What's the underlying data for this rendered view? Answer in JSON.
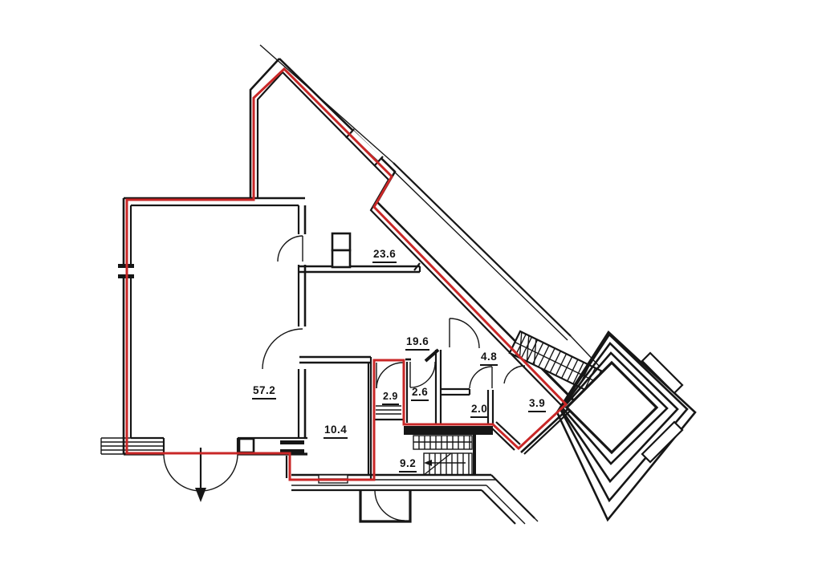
{
  "colors": {
    "boundary_red": "#c92727",
    "wall_black": "#161616",
    "background": "#ffffff"
  },
  "rooms": [
    {
      "area": "23.6"
    },
    {
      "area": "19.6"
    },
    {
      "area": "4.8"
    },
    {
      "area": "57.2"
    },
    {
      "area": "2.9"
    },
    {
      "area": "2.6"
    },
    {
      "area": "2.0"
    },
    {
      "area": "3.9"
    },
    {
      "area": "10.4"
    },
    {
      "area": "9.2"
    }
  ]
}
